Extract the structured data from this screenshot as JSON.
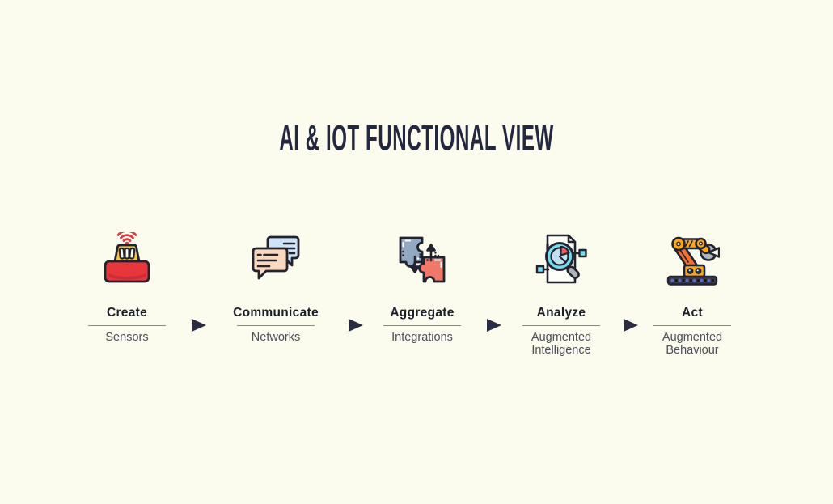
{
  "title": "AI & IOT FUNCTIONAL VIEW",
  "colors": {
    "background": "#FBFBEE",
    "title": "#232740",
    "arrow": "#2A2D42",
    "stage_label": "#1B1D28",
    "stage_sublabel": "#4D4E56",
    "divider": "#8B8A7E",
    "sensor_red": "#E8363D",
    "sensor_yellow": "#F9C440",
    "bubble_blue": "#CFE4F7",
    "bubble_peach": "#FBD9BE",
    "puzzle_blue": "#93A9C2",
    "puzzle_salmon": "#F0786B",
    "lens_cyan": "#74DDEF",
    "pie_red": "#F25C5C",
    "arm_orange": "#F2702D",
    "arm_amber": "#FFA812",
    "claw_gray": "#AEB4BA",
    "conveyor_dot_blue": "#5468D4"
  },
  "stages": [
    {
      "label": "Create",
      "sublabel": "Sensors",
      "icon": "sensor-icon"
    },
    {
      "label": "Communicate",
      "sublabel": "Networks",
      "icon": "chat-bubbles-icon"
    },
    {
      "label": "Aggregate",
      "sublabel": "Integrations",
      "icon": "puzzle-pieces-icon"
    },
    {
      "label": "Analyze",
      "sublabel": "Augmented Intelligence",
      "icon": "magnifier-chart-icon"
    },
    {
      "label": "Act",
      "sublabel": "Augmented Behaviour",
      "icon": "robot-arm-icon"
    }
  ],
  "flow_arrow_glyph": "▶"
}
